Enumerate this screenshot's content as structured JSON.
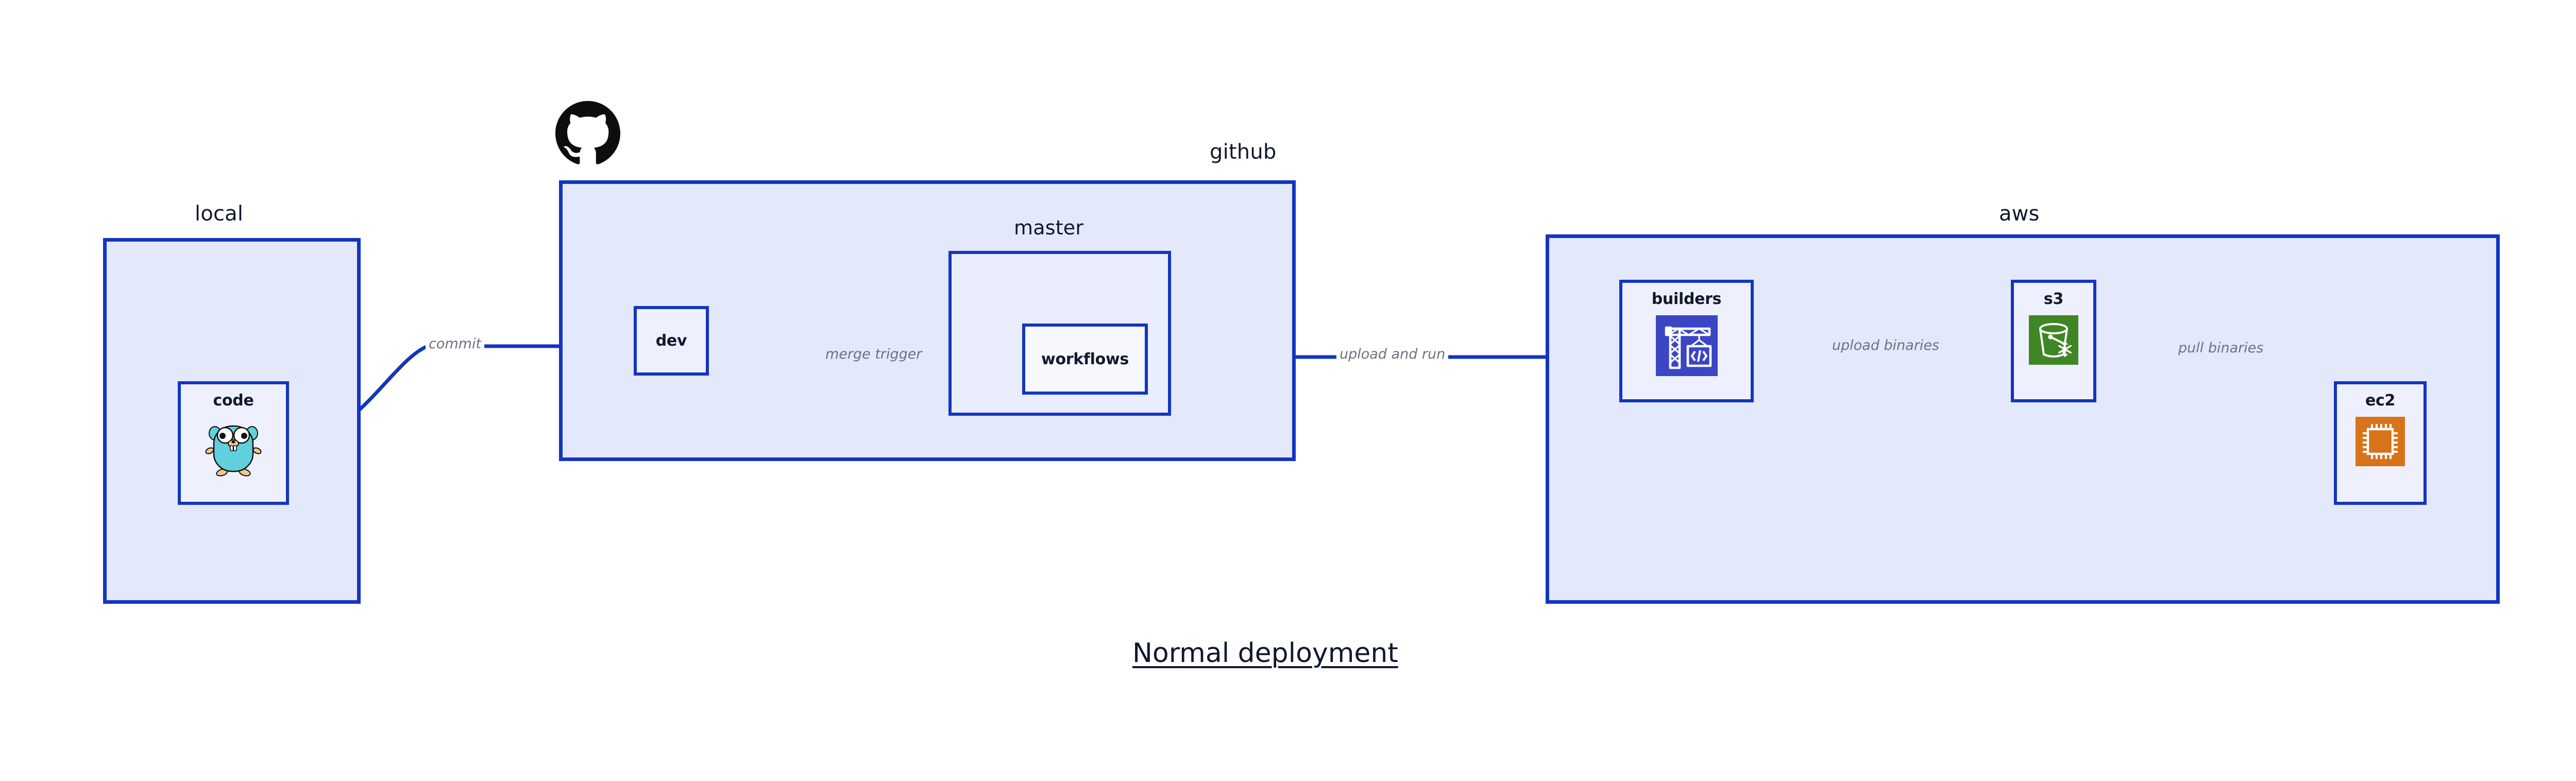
{
  "diagram": {
    "title": "Normal deployment",
    "accent_border": "#1335bf",
    "group_fill": "#e3e8fb",
    "node_fill": "#eef1fd",
    "label_color": "#6b7280",
    "text_color": "#11182e"
  },
  "groups": [
    {
      "id": "local",
      "label": "local"
    },
    {
      "id": "github",
      "label": "github"
    },
    {
      "id": "master",
      "label": "master"
    },
    {
      "id": "aws",
      "label": "aws"
    }
  ],
  "nodes": [
    {
      "id": "code",
      "label": "code",
      "icon": "go-gopher-icon",
      "icon_color": "#5fd0dc"
    },
    {
      "id": "dev",
      "label": "dev",
      "icon": "none",
      "icon_color": ""
    },
    {
      "id": "workflows",
      "label": "workflows",
      "icon": "none",
      "icon_color": ""
    },
    {
      "id": "builders",
      "label": "builders",
      "icon": "aws-codebuild-icon",
      "icon_color": "#3b46c4"
    },
    {
      "id": "s3",
      "label": "s3",
      "icon": "aws-s3-glacier-icon",
      "icon_color": "#3f8624"
    },
    {
      "id": "ec2",
      "label": "ec2",
      "icon": "aws-ec2-icon",
      "icon_color": "#d9731a"
    }
  ],
  "edges": [
    {
      "id": "code-to-dev",
      "label": "commit",
      "from": "code",
      "to": "dev"
    },
    {
      "id": "dev-to-workflows",
      "label": "merge trigger",
      "from": "dev",
      "to": "workflows"
    },
    {
      "id": "workflows-to-builders",
      "label": "upload and run",
      "from": "workflows",
      "to": "builders"
    },
    {
      "id": "builders-to-s3",
      "label": "upload binaries",
      "from": "builders",
      "to": "s3"
    },
    {
      "id": "s3-to-ec2",
      "label": "pull binaries",
      "from": "s3",
      "to": "ec2"
    }
  ],
  "logos": [
    {
      "id": "github-logo",
      "name": "github-octocat-logo"
    }
  ]
}
